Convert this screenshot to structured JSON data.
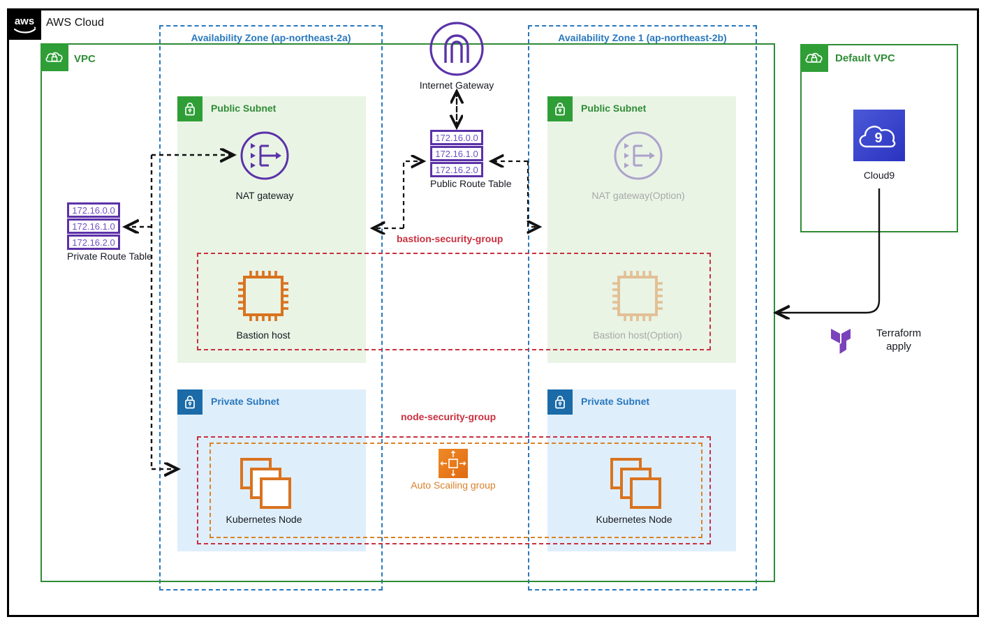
{
  "diagram": {
    "title": "AWS Cloud",
    "aws_logo": "aws-logo"
  },
  "vpc": {
    "label": "VPC",
    "icon": "vpc-cloud-lock-icon"
  },
  "default_vpc": {
    "label": "Default VPC",
    "icon": "vpc-cloud-lock-icon"
  },
  "availability_zones": [
    {
      "label": "Availability Zone (ap-northeast-2a)"
    },
    {
      "label": "Availability Zone 1 (ap-northeast-2b)"
    }
  ],
  "subnets": {
    "public_a": {
      "label": "Public Subnet",
      "icon": "lock-icon"
    },
    "public_b": {
      "label": "Public Subnet",
      "icon": "lock-icon"
    },
    "private_a": {
      "label": "Private Subnet",
      "icon": "lock-icon"
    },
    "private_b": {
      "label": "Private Subnet",
      "icon": "lock-icon"
    }
  },
  "security_groups": {
    "bastion": "bastion-security-group",
    "node": "node-security-group"
  },
  "resources": {
    "internet_gateway": {
      "label": "Internet Gateway",
      "icon": "internet-gateway-icon"
    },
    "nat_gateway_a": {
      "label": "NAT gateway",
      "icon": "nat-gateway-icon"
    },
    "nat_gateway_b": {
      "label": "NAT gateway(Option)",
      "icon": "nat-gateway-icon"
    },
    "bastion_a": {
      "label": "Bastion host",
      "icon": "ec2-instance-icon"
    },
    "bastion_b": {
      "label": "Bastion host(Option)",
      "icon": "ec2-instance-icon"
    },
    "k8s_node_a": {
      "label": "Kubernetes Node",
      "icon": "instances-icon"
    },
    "k8s_node_b": {
      "label": "Kubernetes Node",
      "icon": "instances-icon"
    },
    "auto_scaling_group": {
      "label": "Auto Scailing group",
      "icon": "auto-scaling-group-icon"
    },
    "cloud9": {
      "label": "Cloud9",
      "icon": "cloud9-icon"
    },
    "terraform": {
      "label": "Terraform\napply",
      "line1": "Terraform",
      "line2": "apply",
      "icon": "terraform-icon"
    }
  },
  "route_tables": {
    "public": {
      "caption": "Public Route Table",
      "routes": [
        "172.16.0.0",
        "172.16.1.0",
        "172.16.2.0"
      ]
    },
    "private": {
      "caption": "Private Route Table",
      "routes": [
        "172.16.0.0",
        "172.16.1.0",
        "172.16.2.0"
      ]
    }
  },
  "colors": {
    "aws_green": "#2f9e36",
    "vpc_border": "#2e8b36",
    "az_blue": "#2878bd",
    "sg_red": "#c9303f",
    "asg_orange": "#d98327",
    "purple": "#5b32a8",
    "cloud9_blue": "#3b54d6",
    "terraform_purple": "#7b42bc"
  }
}
